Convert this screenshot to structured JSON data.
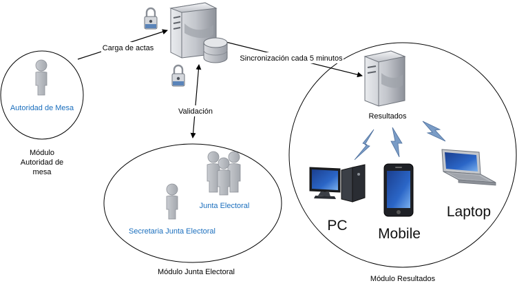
{
  "labels": {
    "carga_actas": "Carga de actas",
    "validacion": "Validación",
    "sincronizacion": "Sincronización cada 5 minutos",
    "resultados": "Resultados"
  },
  "modules": {
    "autoridad": {
      "user": "Autoridad de Mesa",
      "caption_lines": [
        "Módulo",
        "Autoridad de",
        "mesa"
      ]
    },
    "junta": {
      "group": "Junta Electoral",
      "user": "Secretaria Junta Electoral",
      "caption": "Módulo Junta Electoral"
    },
    "resultados": {
      "caption": "Módulo Resultados",
      "devices": [
        "PC",
        "Mobile",
        "Laptop"
      ]
    }
  },
  "colors": {
    "user_text": "#1a6ebd",
    "person": "#b9bcc2",
    "server": "#c3c6cc",
    "lightning": "#6f8fb8"
  },
  "icons": [
    "lock-icon",
    "server-icon",
    "database-icon",
    "person-icon",
    "group-icon",
    "desktop-pc-icon",
    "mobile-phone-icon",
    "laptop-icon",
    "wireless-signal-icon"
  ]
}
